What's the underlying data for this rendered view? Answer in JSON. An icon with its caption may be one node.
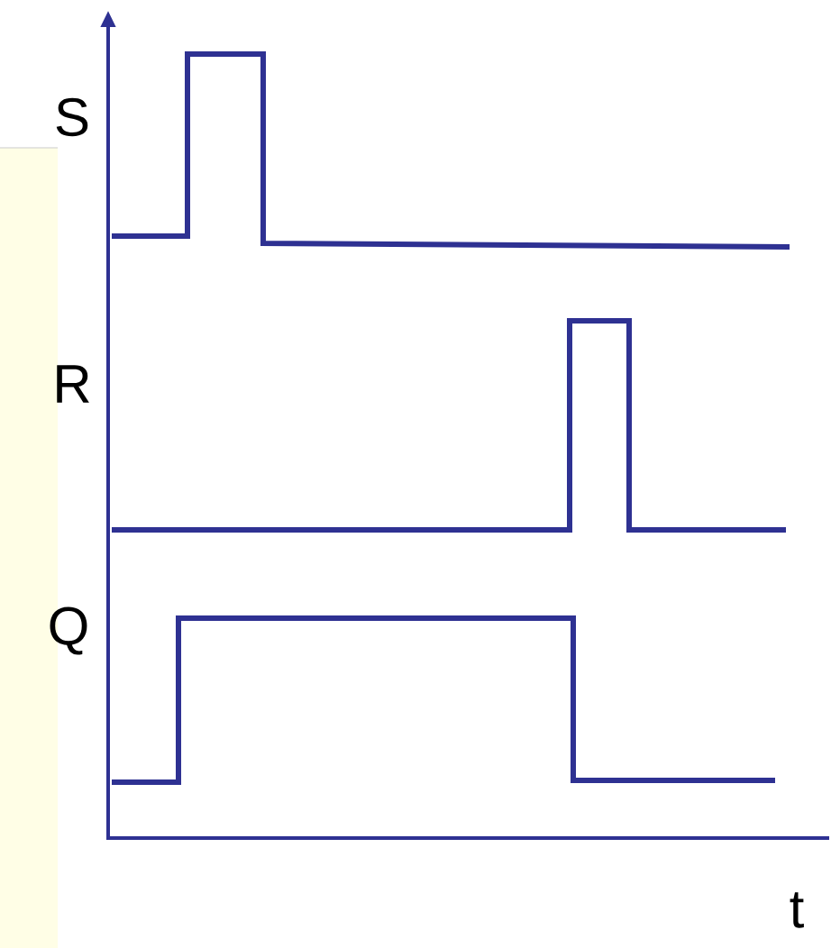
{
  "diagram": {
    "labels": [
      "S",
      "R",
      "Q",
      "t"
    ]
  }
}
